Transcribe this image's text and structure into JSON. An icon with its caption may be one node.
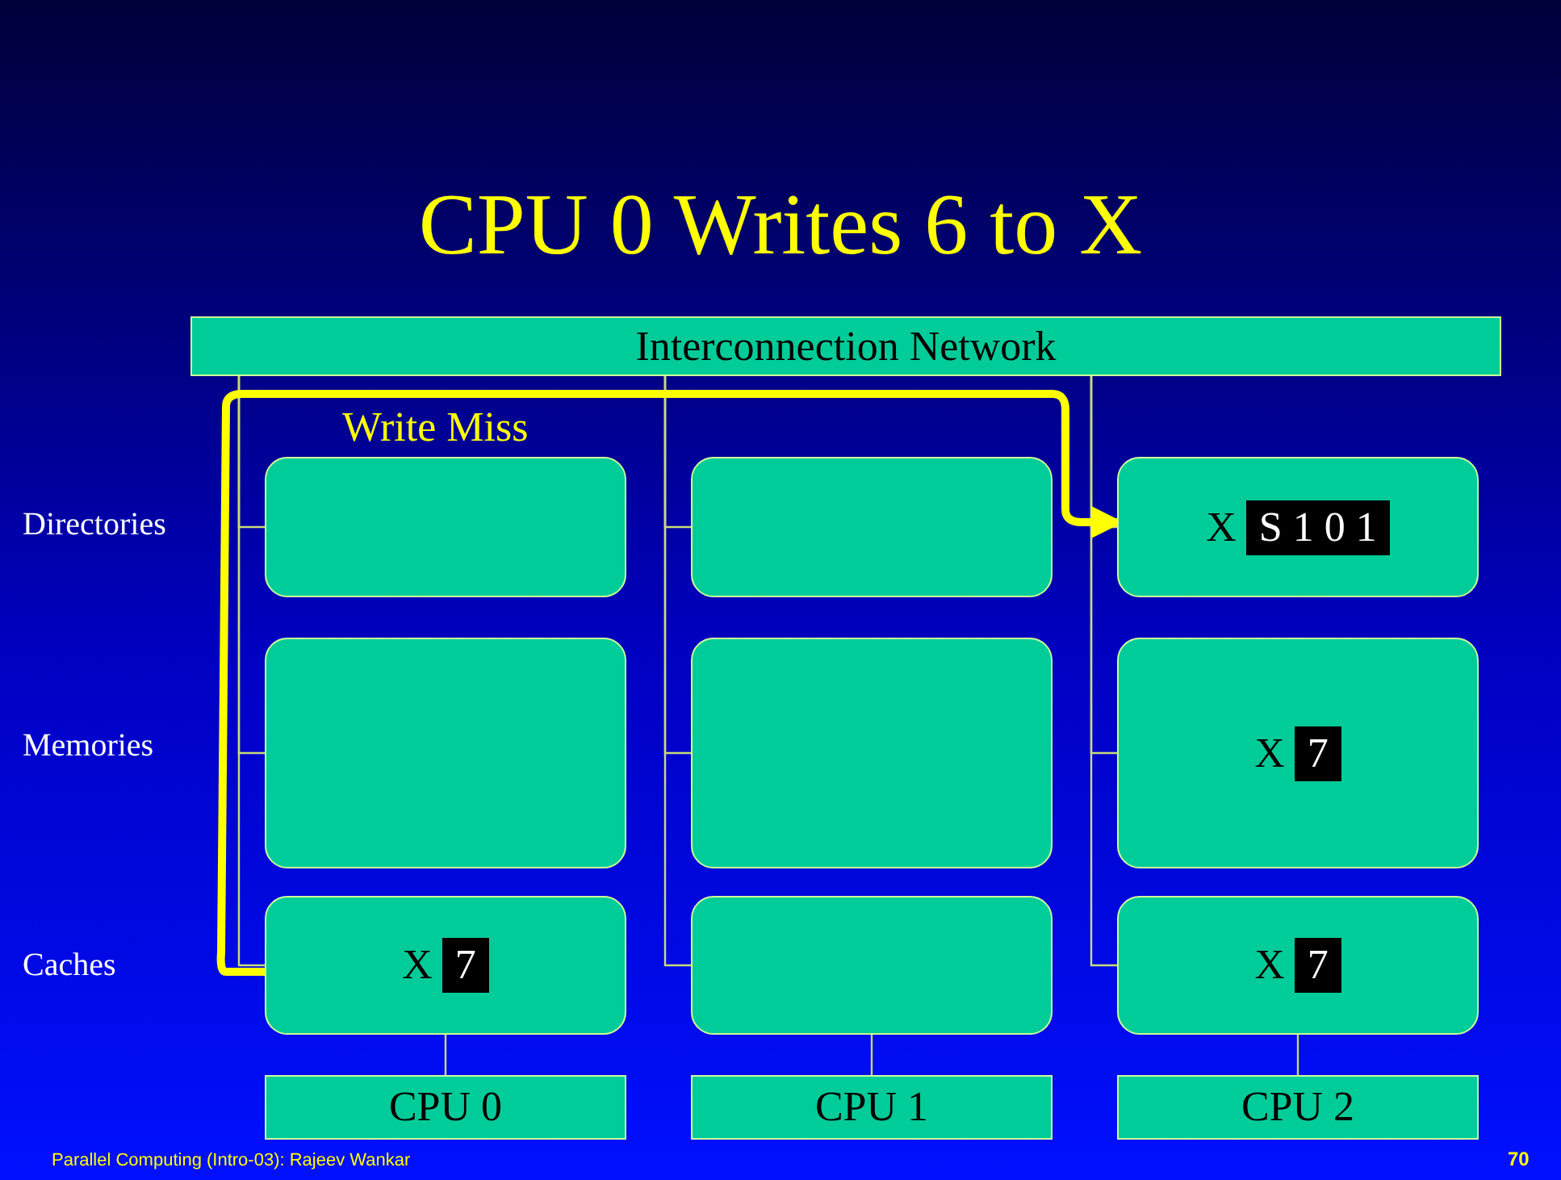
{
  "diagram": {
    "title": "CPU 0 Writes 6 to X",
    "nodes": [
      {
        "text": [
          "Interconnection Network"
        ]
      },
      {
        "text": [],
        "shape": "box"
      },
      {
        "text": [],
        "shape": "box"
      },
      {
        "text": [
          "X",
          "S 1 0 1"
        ]
      },
      {
        "text": [],
        "shape": "box"
      },
      {
        "text": [],
        "shape": "box"
      },
      {
        "text": [
          "X",
          "7"
        ]
      },
      {
        "text": [
          "X",
          "7"
        ]
      },
      {
        "text": [],
        "shape": "box"
      },
      {
        "text": [
          "X",
          "7"
        ]
      },
      {
        "text": [
          "CPU 0"
        ]
      },
      {
        "text": [
          "CPU 1"
        ]
      },
      {
        "text": [
          "CPU 2"
        ]
      }
    ],
    "edges": [
      {
        "from": 0,
        "to": 1,
        "arrow": "none"
      },
      {
        "from": 0,
        "to": 4,
        "arrow": "none"
      },
      {
        "from": 0,
        "to": 7,
        "arrow": "none"
      },
      {
        "from": 0,
        "to": 2,
        "arrow": "none"
      },
      {
        "from": 0,
        "to": 5,
        "arrow": "none"
      },
      {
        "from": 0,
        "to": 8,
        "arrow": "none"
      },
      {
        "from": 0,
        "to": 3,
        "arrow": "none"
      },
      {
        "from": 0,
        "to": 6,
        "arrow": "none"
      },
      {
        "from": 0,
        "to": 9,
        "arrow": "none"
      },
      {
        "from": 7,
        "to": 10,
        "arrow": "none"
      },
      {
        "from": 8,
        "to": 11,
        "arrow": "none"
      },
      {
        "from": 9,
        "to": 12,
        "arrow": "none"
      },
      {
        "from": 7,
        "to": 3,
        "arrow": "to",
        "label": "Write Miss",
        "style": "thick",
        "color": "#ffff00"
      }
    ],
    "labels": [
      "Directories",
      "Memories",
      "Caches",
      "Parallel Computing (Intro-03): Rajeev Wankar",
      "70"
    ]
  }
}
